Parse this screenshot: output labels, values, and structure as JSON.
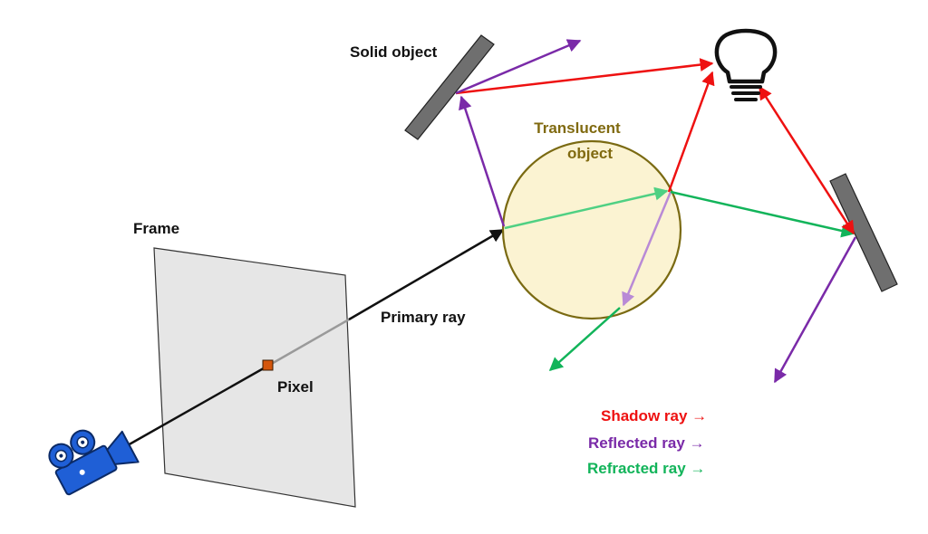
{
  "labels": {
    "solid_object": "Solid object",
    "translucent_line1": "Translucent",
    "translucent_line2": "object",
    "frame": "Frame",
    "pixel": "Pixel",
    "primary_ray": "Primary ray"
  },
  "legend": {
    "shadow": "Shadow ray →",
    "reflected": "Reflected ray →",
    "refracted": "Refracted ray →"
  },
  "colors": {
    "shadow": "#ee1111",
    "reflected": "#7a2aa8",
    "refracted": "#12b45a",
    "primary": "#111111",
    "translucent_fill": "#fbf3d2",
    "translucent_stroke": "#7a6a12",
    "translucent_label": "#806a10",
    "solid_object": "#6f6f6f",
    "frame_fill": "#e6e6e6",
    "pixel": "#d4560c",
    "camera": "#1f5fd6"
  },
  "icons": {
    "camera": "movie-camera-icon",
    "light": "light-bulb-icon"
  }
}
